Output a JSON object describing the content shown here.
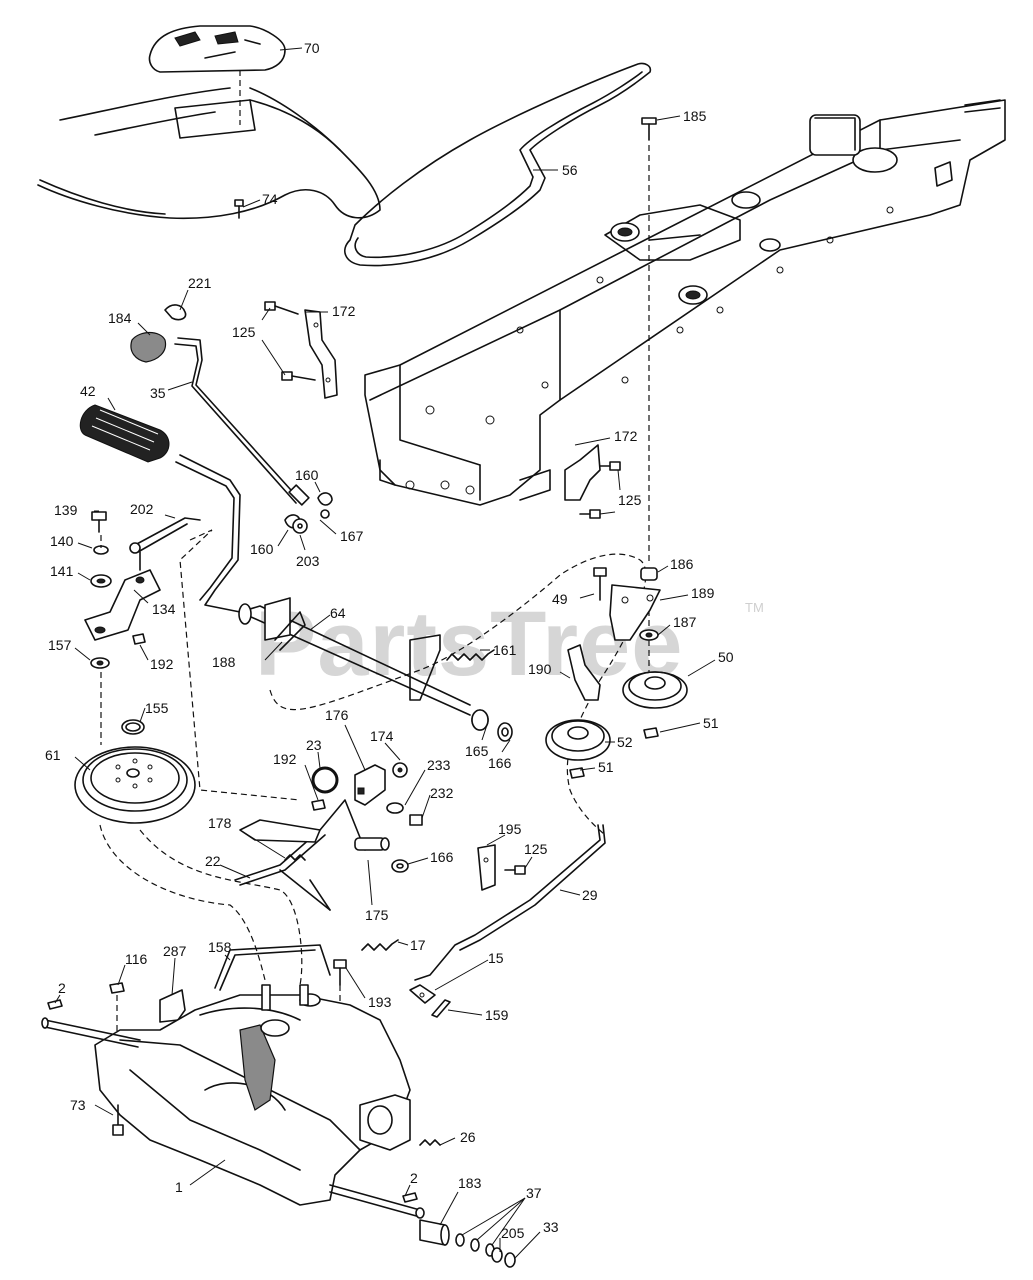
{
  "watermark": {
    "text": "PartsTree",
    "trademark": "TM"
  },
  "callouts": [
    "70",
    "74",
    "56",
    "185",
    "221",
    "184",
    "125",
    "172",
    "35",
    "42",
    "160",
    "167",
    "160",
    "203",
    "139",
    "202",
    "140",
    "141",
    "134",
    "157",
    "192",
    "172",
    "125",
    "186",
    "49",
    "189",
    "64",
    "187",
    "188",
    "161",
    "50",
    "190",
    "51",
    "155",
    "176",
    "61",
    "23",
    "174",
    "192",
    "233",
    "165",
    "166",
    "52",
    "51",
    "232",
    "178",
    "195",
    "125",
    "166",
    "22",
    "29",
    "175",
    "17",
    "158",
    "15",
    "287",
    "116",
    "193",
    "2",
    "159",
    "73",
    "26",
    "2",
    "1",
    "183",
    "37",
    "205",
    "33"
  ],
  "colors": {
    "line": "#111111",
    "watermark": "#d6d6d6",
    "background": "#ffffff"
  }
}
